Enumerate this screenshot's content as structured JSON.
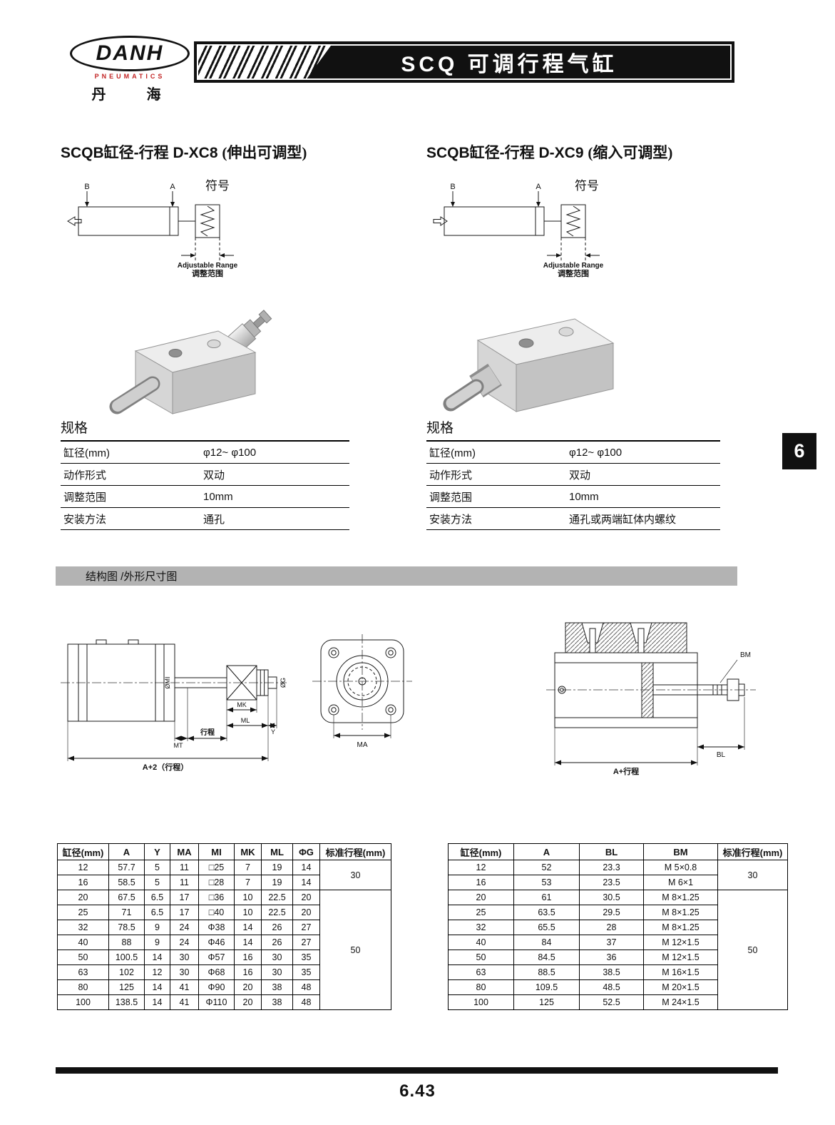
{
  "brand": {
    "logo_text": "DANH",
    "logo_sub": "PNEUMATICS",
    "logo_cn": "丹 海"
  },
  "header": {
    "title": "SCQ 可调行程气缸"
  },
  "side_tab": "6",
  "products": {
    "xc8": {
      "heading": "SCQB缸径-行程  D-XC8",
      "heading_suffix": "(伸出可调型)",
      "symbol_label": "符号",
      "port_a": "A",
      "port_b": "B",
      "adjustable_en": "Adjustable Range",
      "adjustable_cn": "调整范围",
      "spec_title": "规格",
      "specs": [
        {
          "label": "缸径(mm)",
          "value": "φ12~ φ100"
        },
        {
          "label": "动作形式",
          "value": "双动"
        },
        {
          "label": "调整范围",
          "value": "10mm"
        },
        {
          "label": "安装方法",
          "value": "通孔"
        }
      ]
    },
    "xc9": {
      "heading": "SCQB缸径-行程  D-XC9",
      "heading_suffix": "(缩入可调型)",
      "symbol_label": "符号",
      "port_a": "A",
      "port_b": "B",
      "adjustable_en": "Adjustable Range",
      "adjustable_cn": "调整范围",
      "spec_title": "规格",
      "specs": [
        {
          "label": "缸径(mm)",
          "value": "φ12~ φ100"
        },
        {
          "label": "动作形式",
          "value": "双动"
        },
        {
          "label": "调整范围",
          "value": "10mm"
        },
        {
          "label": "安装方法",
          "value": "通孔或两端缸体内螺纹"
        }
      ]
    }
  },
  "structure_banner": "结构图 /外形尺寸图",
  "drawings": {
    "side_view": {
      "mt": "MT",
      "stroke": "行程",
      "mk": "MK",
      "ml": "ML",
      "y": "Y",
      "overall": "A+2（行程）",
      "mi": "ØMI",
      "g": "ØG"
    },
    "front_view": {
      "ma": "MA"
    },
    "section_view": {
      "bm": "BM",
      "bl": "BL",
      "overall": "A+行程"
    }
  },
  "tables": {
    "left": {
      "headers": [
        "缸径(mm)",
        "A",
        "Y",
        "MA",
        "MI",
        "MK",
        "ML",
        "ΦG",
        "标准行程(mm)"
      ],
      "rows": [
        [
          "12",
          "57.7",
          "5",
          "11",
          "□25",
          "7",
          "19",
          "14"
        ],
        [
          "16",
          "58.5",
          "5",
          "11",
          "□28",
          "7",
          "19",
          "14"
        ],
        [
          "20",
          "67.5",
          "6.5",
          "17",
          "□36",
          "10",
          "22.5",
          "20"
        ],
        [
          "25",
          "71",
          "6.5",
          "17",
          "□40",
          "10",
          "22.5",
          "20"
        ],
        [
          "32",
          "78.5",
          "9",
          "24",
          "Φ38",
          "14",
          "26",
          "27"
        ],
        [
          "40",
          "88",
          "9",
          "24",
          "Φ46",
          "14",
          "26",
          "27"
        ],
        [
          "50",
          "100.5",
          "14",
          "30",
          "Φ57",
          "16",
          "30",
          "35"
        ],
        [
          "63",
          "102",
          "12",
          "30",
          "Φ68",
          "16",
          "30",
          "35"
        ],
        [
          "80",
          "125",
          "14",
          "41",
          "Φ90",
          "20",
          "38",
          "48"
        ],
        [
          "100",
          "138.5",
          "14",
          "41",
          "Φ110",
          "20",
          "38",
          "48"
        ]
      ],
      "stroke_groups": [
        {
          "value": "30",
          "span": 2
        },
        {
          "value": "50",
          "span": 8
        }
      ]
    },
    "right": {
      "headers": [
        "缸径(mm)",
        "A",
        "BL",
        "BM",
        "标准行程(mm)"
      ],
      "rows": [
        [
          "12",
          "52",
          "23.3",
          "M 5×0.8"
        ],
        [
          "16",
          "53",
          "23.5",
          "M 6×1"
        ],
        [
          "20",
          "61",
          "30.5",
          "M 8×1.25"
        ],
        [
          "25",
          "63.5",
          "29.5",
          "M 8×1.25"
        ],
        [
          "32",
          "65.5",
          "28",
          "M 8×1.25"
        ],
        [
          "40",
          "84",
          "37",
          "M 12×1.5"
        ],
        [
          "50",
          "84.5",
          "36",
          "M 12×1.5"
        ],
        [
          "63",
          "88.5",
          "38.5",
          "M 16×1.5"
        ],
        [
          "80",
          "109.5",
          "48.5",
          "M 20×1.5"
        ],
        [
          "100",
          "125",
          "52.5",
          "M 24×1.5"
        ]
      ],
      "stroke_groups": [
        {
          "value": "30",
          "span": 2
        },
        {
          "value": "50",
          "span": 8
        }
      ]
    }
  },
  "footer": {
    "page_number": "6.43"
  }
}
